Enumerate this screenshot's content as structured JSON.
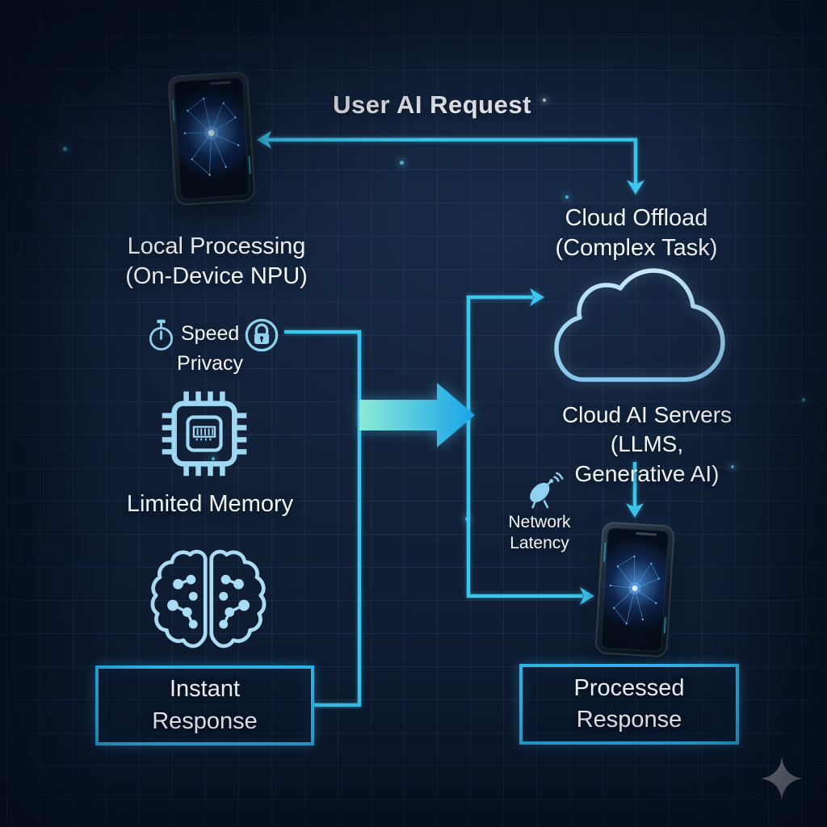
{
  "header": {
    "title": "User AI Request"
  },
  "local": {
    "heading": "Local Processing\n(On-Device NPU)",
    "speed_label": "Speed",
    "privacy_label": "Privacy",
    "memory_label": "Limited Memory",
    "result_label": "Instant\nResponse"
  },
  "cloud": {
    "offload_label": "Cloud Offload\n(Complex Task)",
    "servers_label": "Cloud AI Servers\n(LLMS, Generative AI)",
    "latency_label": "Network\nLatency",
    "result_label": "Processed\nResponse"
  },
  "icons": {
    "speed": "stopwatch-icon",
    "privacy": "lock-icon",
    "npu": "chip-icon",
    "memory": "brain-icon",
    "offload": "cloud-icon",
    "latency": "satellite-dish-icon",
    "user_device": "smartphone-image",
    "result_device": "smartphone-image",
    "decoration": "sparkle-icon"
  },
  "colors": {
    "background": "#122138",
    "grid_line": "#243a5c",
    "connector_cyan": "#3cc6ee",
    "box_border": "#2fb3ea",
    "cloud_stroke": "#a9d9f2",
    "icon_blue": "#8fd2f0",
    "text": "#f3f6fa",
    "big_arrow_start": "#8cead6",
    "big_arrow_end": "#17a3e8",
    "sparkle_gray": "#98a1ad"
  }
}
